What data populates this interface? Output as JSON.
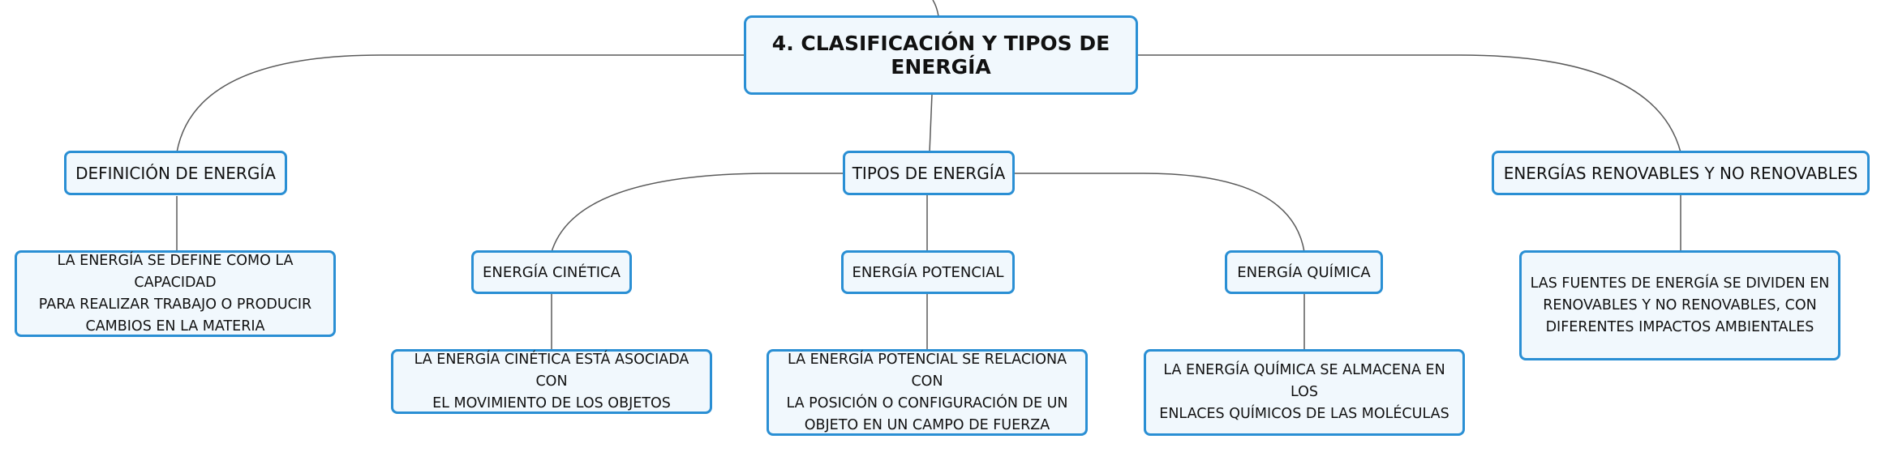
{
  "diagram": {
    "root": "4. CLASIFICACIÓN Y TIPOS DE ENERGÍA",
    "definicion": {
      "title": "DEFINICIÓN DE ENERGÍA",
      "lines": [
        "LA ENERGÍA SE DEFINE COMO LA CAPACIDAD",
        "PARA REALIZAR TRABAJO O PRODUCIR",
        "CAMBIOS EN LA MATERIA"
      ]
    },
    "tipos": {
      "title": "TIPOS DE ENERGÍA",
      "cinetica": {
        "title": "ENERGÍA CINÉTICA",
        "lines": [
          "LA ENERGÍA CINÉTICA ESTÁ ASOCIADA CON",
          "EL MOVIMIENTO DE LOS OBJETOS"
        ]
      },
      "potencial": {
        "title": "ENERGÍA POTENCIAL",
        "lines": [
          "LA ENERGÍA POTENCIAL SE RELACIONA CON",
          "LA POSICIÓN O CONFIGURACIÓN DE UN",
          "OBJETO EN UN CAMPO DE FUERZA"
        ]
      },
      "quimica": {
        "title": "ENERGÍA QUÍMICA",
        "lines": [
          "LA ENERGÍA QUÍMICA SE ALMACENA EN LOS",
          "ENLACES QUÍMICOS DE LAS MOLÉCULAS"
        ]
      }
    },
    "renovables": {
      "title": "ENERGÍAS RENOVABLES Y NO RENOVABLES",
      "lines": [
        "LAS FUENTES DE ENERGÍA SE DIVIDEN EN",
        "RENOVABLES Y NO RENOVABLES, CON",
        "DIFERENTES IMPACTOS AMBIENTALES"
      ]
    }
  }
}
